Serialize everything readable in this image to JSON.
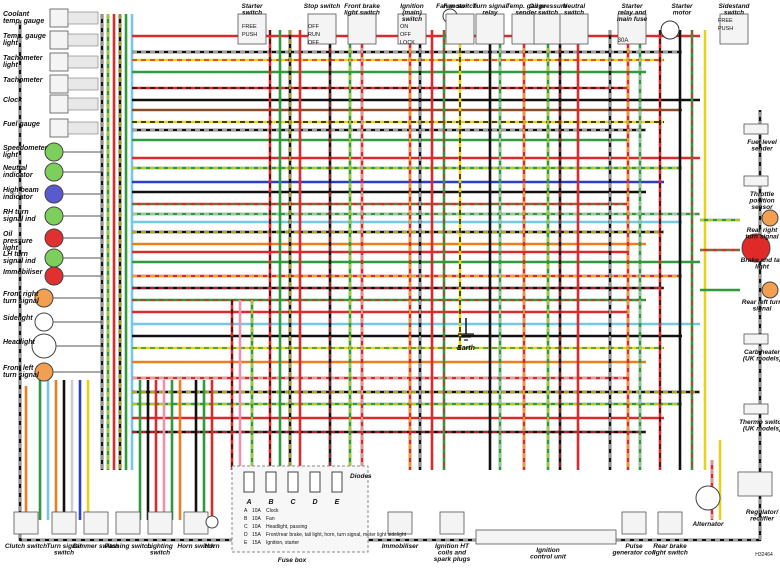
{
  "left_components": [
    {
      "label": "Coolant temp. gauge",
      "color": "#ffffff"
    },
    {
      "label": "Temp. gauge light",
      "color": "#ffffff"
    },
    {
      "label": "Tachometer light",
      "color": "#ffffff"
    },
    {
      "label": "Tachometer",
      "color": "#ffffff"
    },
    {
      "label": "Clock",
      "color": "#ffffff"
    },
    {
      "label": "Fuel gauge",
      "color": "#ffffff"
    },
    {
      "label": "Speedometer light",
      "color": "#7ccf5a"
    },
    {
      "label": "Neutral indicator",
      "color": "#7ccf5a"
    },
    {
      "label": "High beam indicator",
      "color": "#5a5ad0"
    },
    {
      "label": "RH turn signal ind",
      "color": "#7ccf5a"
    },
    {
      "label": "Oil pressure light",
      "color": "#e03030"
    },
    {
      "label": "LH turn signal ind",
      "color": "#7ccf5a"
    },
    {
      "label": "Immobiliser",
      "color": "#e03030"
    },
    {
      "label": "Front right turn signal",
      "color": "#f0a050"
    },
    {
      "label": "Sidelight",
      "color": "#ffffff"
    },
    {
      "label": "Headlight",
      "color": "#ffffff"
    },
    {
      "label": "Front left turn signal",
      "color": "#f0a050"
    }
  ],
  "top_components": [
    {
      "label": "Starter switch"
    },
    {
      "label": "Stop switch"
    },
    {
      "label": "Front brake light switch"
    },
    {
      "label": "Ignition (main) switch"
    },
    {
      "label": "Fan motor"
    },
    {
      "label": "Fan switch"
    },
    {
      "label": "Turn signal relay"
    },
    {
      "label": "Temp. gauge sender"
    },
    {
      "label": "Oil pressure switch"
    },
    {
      "label": "Neutral switch"
    },
    {
      "label": "Starter relay and main fuse"
    },
    {
      "label": "Starter motor"
    },
    {
      "label": "Sidestand switch"
    }
  ],
  "right_components": [
    {
      "label": "Fuel level sender"
    },
    {
      "label": "Throttle position sensor"
    },
    {
      "label": "Rear right turn signal"
    },
    {
      "label": "Brake and tail light"
    },
    {
      "label": "Rear left turn signal"
    },
    {
      "label": "Carb heater (UK models)"
    },
    {
      "label": "Thermo switch (UK models)"
    },
    {
      "label": "Regulator/ rectifier"
    },
    {
      "label": "Alternator"
    }
  ],
  "bottom_components": [
    {
      "label": "Clutch switch"
    },
    {
      "label": "Turn signal switch"
    },
    {
      "label": "Dimmer switch"
    },
    {
      "label": "Passing switch"
    },
    {
      "label": "Lighting switch"
    },
    {
      "label": "Horn switch"
    },
    {
      "label": "Horn"
    },
    {
      "label": "Fuse box"
    },
    {
      "label": "Immobiliser"
    },
    {
      "label": "Ignition HT coils and spark plugs"
    },
    {
      "label": "Ignition control unit"
    },
    {
      "label": "Pulse generator coil"
    },
    {
      "label": "Rear brake light switch"
    }
  ],
  "earth_label": "Earth",
  "diodes_label": "Diodes",
  "fuse_letters": [
    "A",
    "B",
    "C",
    "D",
    "E"
  ],
  "fuse_table": [
    {
      "fuse": "A",
      "rating": "10A",
      "circuit": "Clock"
    },
    {
      "fuse": "B",
      "rating": "10A",
      "circuit": "Fan"
    },
    {
      "fuse": "C",
      "rating": "10A",
      "circuit": "Headlight, passing"
    },
    {
      "fuse": "D",
      "rating": "15A",
      "circuit": "Front/rear brake, tail light, horn, turn signal, meter light sidelight"
    },
    {
      "fuse": "E",
      "rating": "15A",
      "circuit": "Ignition, starter"
    }
  ],
  "switch_terms": {
    "starter": [
      "FREE",
      "PUSH"
    ],
    "stop": [
      "OFF",
      "RUN",
      "OFF"
    ],
    "ignition": [
      "ON",
      "OFF",
      "LOCK"
    ],
    "sidestand": [
      "FREE",
      "PUSH"
    ]
  },
  "main_fuse": "30A",
  "ref_code": "H32464",
  "wire_colors": {
    "red": "#d92b2b",
    "black": "#111111",
    "green": "#2e9a3c",
    "yellow": "#e6d21e",
    "orange": "#ee7d1e",
    "blue": "#2a3fc4",
    "lightblue": "#74c8e8",
    "brown": "#8a4b2b",
    "white": "#cccccc",
    "pink": "#f08fb0",
    "grey": "#9a9a9a"
  }
}
